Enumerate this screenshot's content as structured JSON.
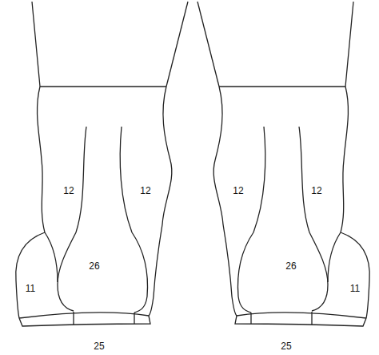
{
  "diagram": {
    "labels": [
      "12",
      "12",
      "26",
      "11",
      "25",
      "12",
      "12",
      "26",
      "11",
      "25"
    ]
  }
}
